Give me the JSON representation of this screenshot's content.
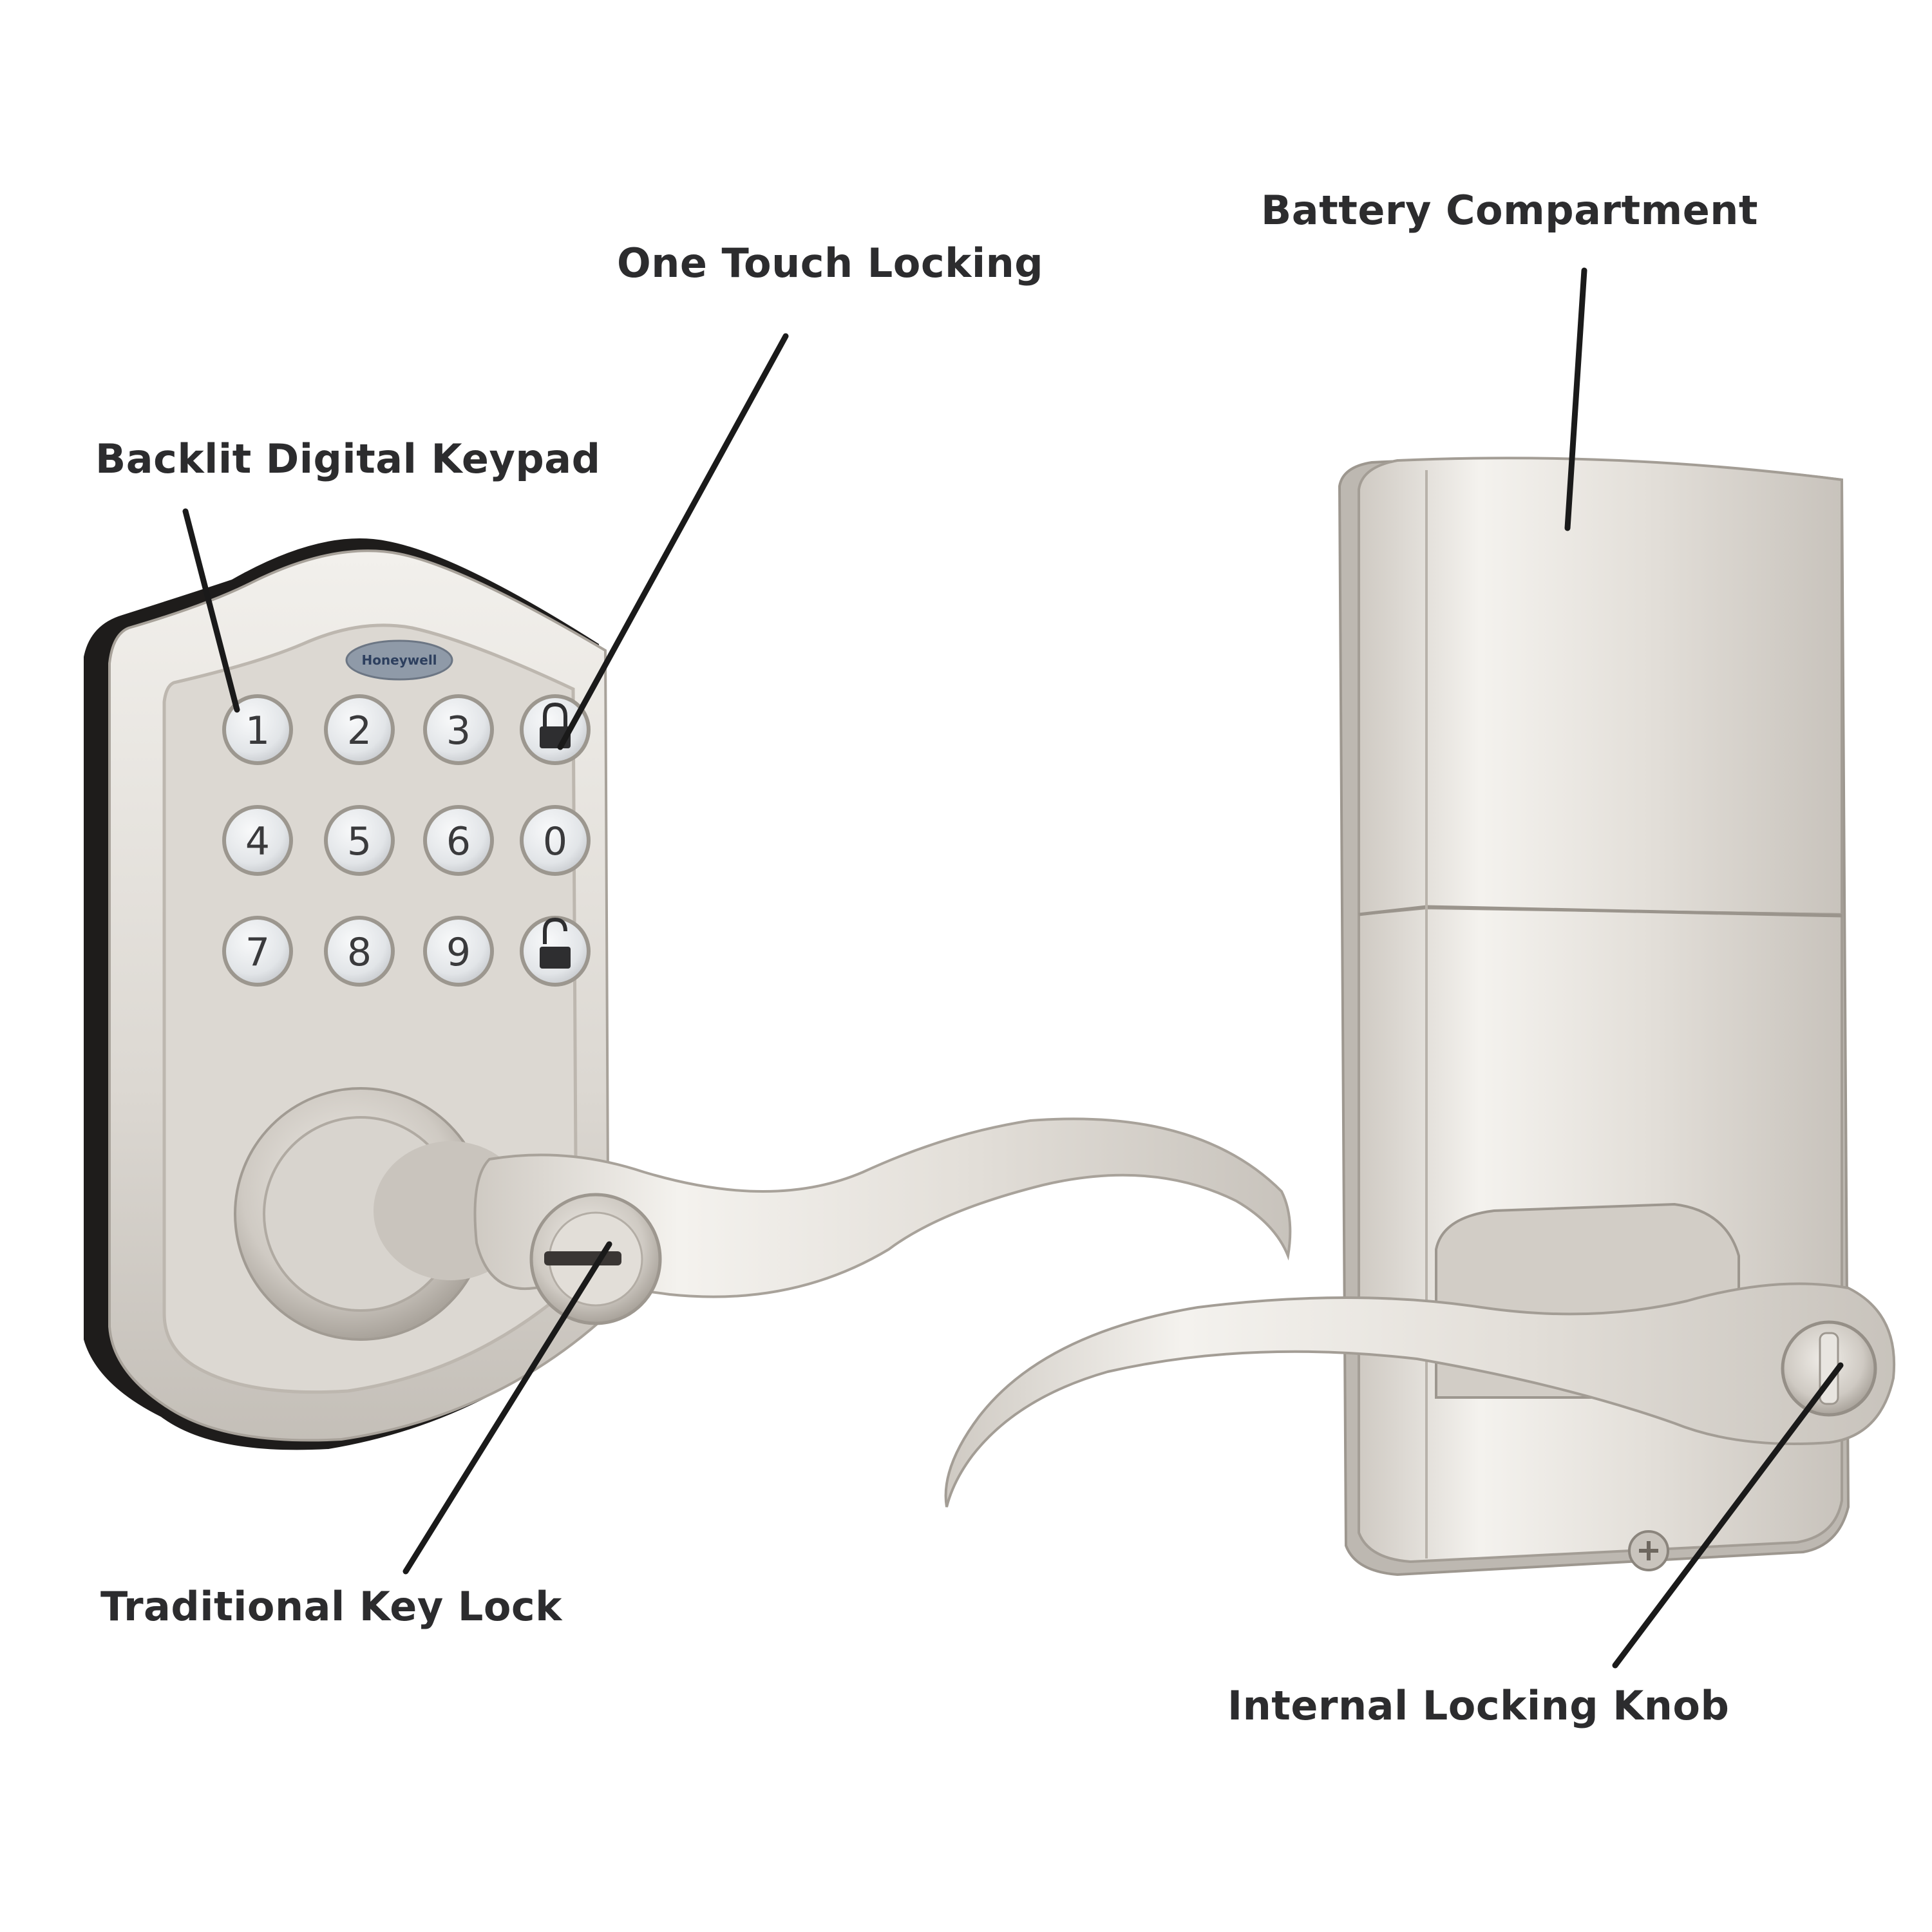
{
  "callouts": {
    "battery_compartment": "Battery Compartment",
    "one_touch_locking": "One Touch Locking",
    "backlit_digital_keypad": "Backlit Digital Keypad",
    "traditional_key_lock": "Traditional Key Lock",
    "internal_locking_knob": "Internal Locking Knob"
  },
  "brand": "Honeywell",
  "keypad": {
    "rows": [
      [
        "1",
        "2",
        "3",
        "lock-icon"
      ],
      [
        "4",
        "5",
        "6",
        "0"
      ],
      [
        "7",
        "8",
        "9",
        "unlock-icon"
      ]
    ]
  },
  "colors": {
    "label": "#2c2c2e",
    "leader_line": "#1a1a1a",
    "finish": "#d6d2cc",
    "button": "#e4e6e8"
  }
}
